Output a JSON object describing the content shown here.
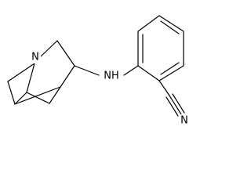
{
  "molecule": {
    "atoms": {
      "quinuclidine_n": "N",
      "amine_nh": "NH",
      "nitrile_n": "N"
    },
    "colors": {
      "bond": "#000000",
      "text": "#000000",
      "background": "#ffffff"
    }
  }
}
